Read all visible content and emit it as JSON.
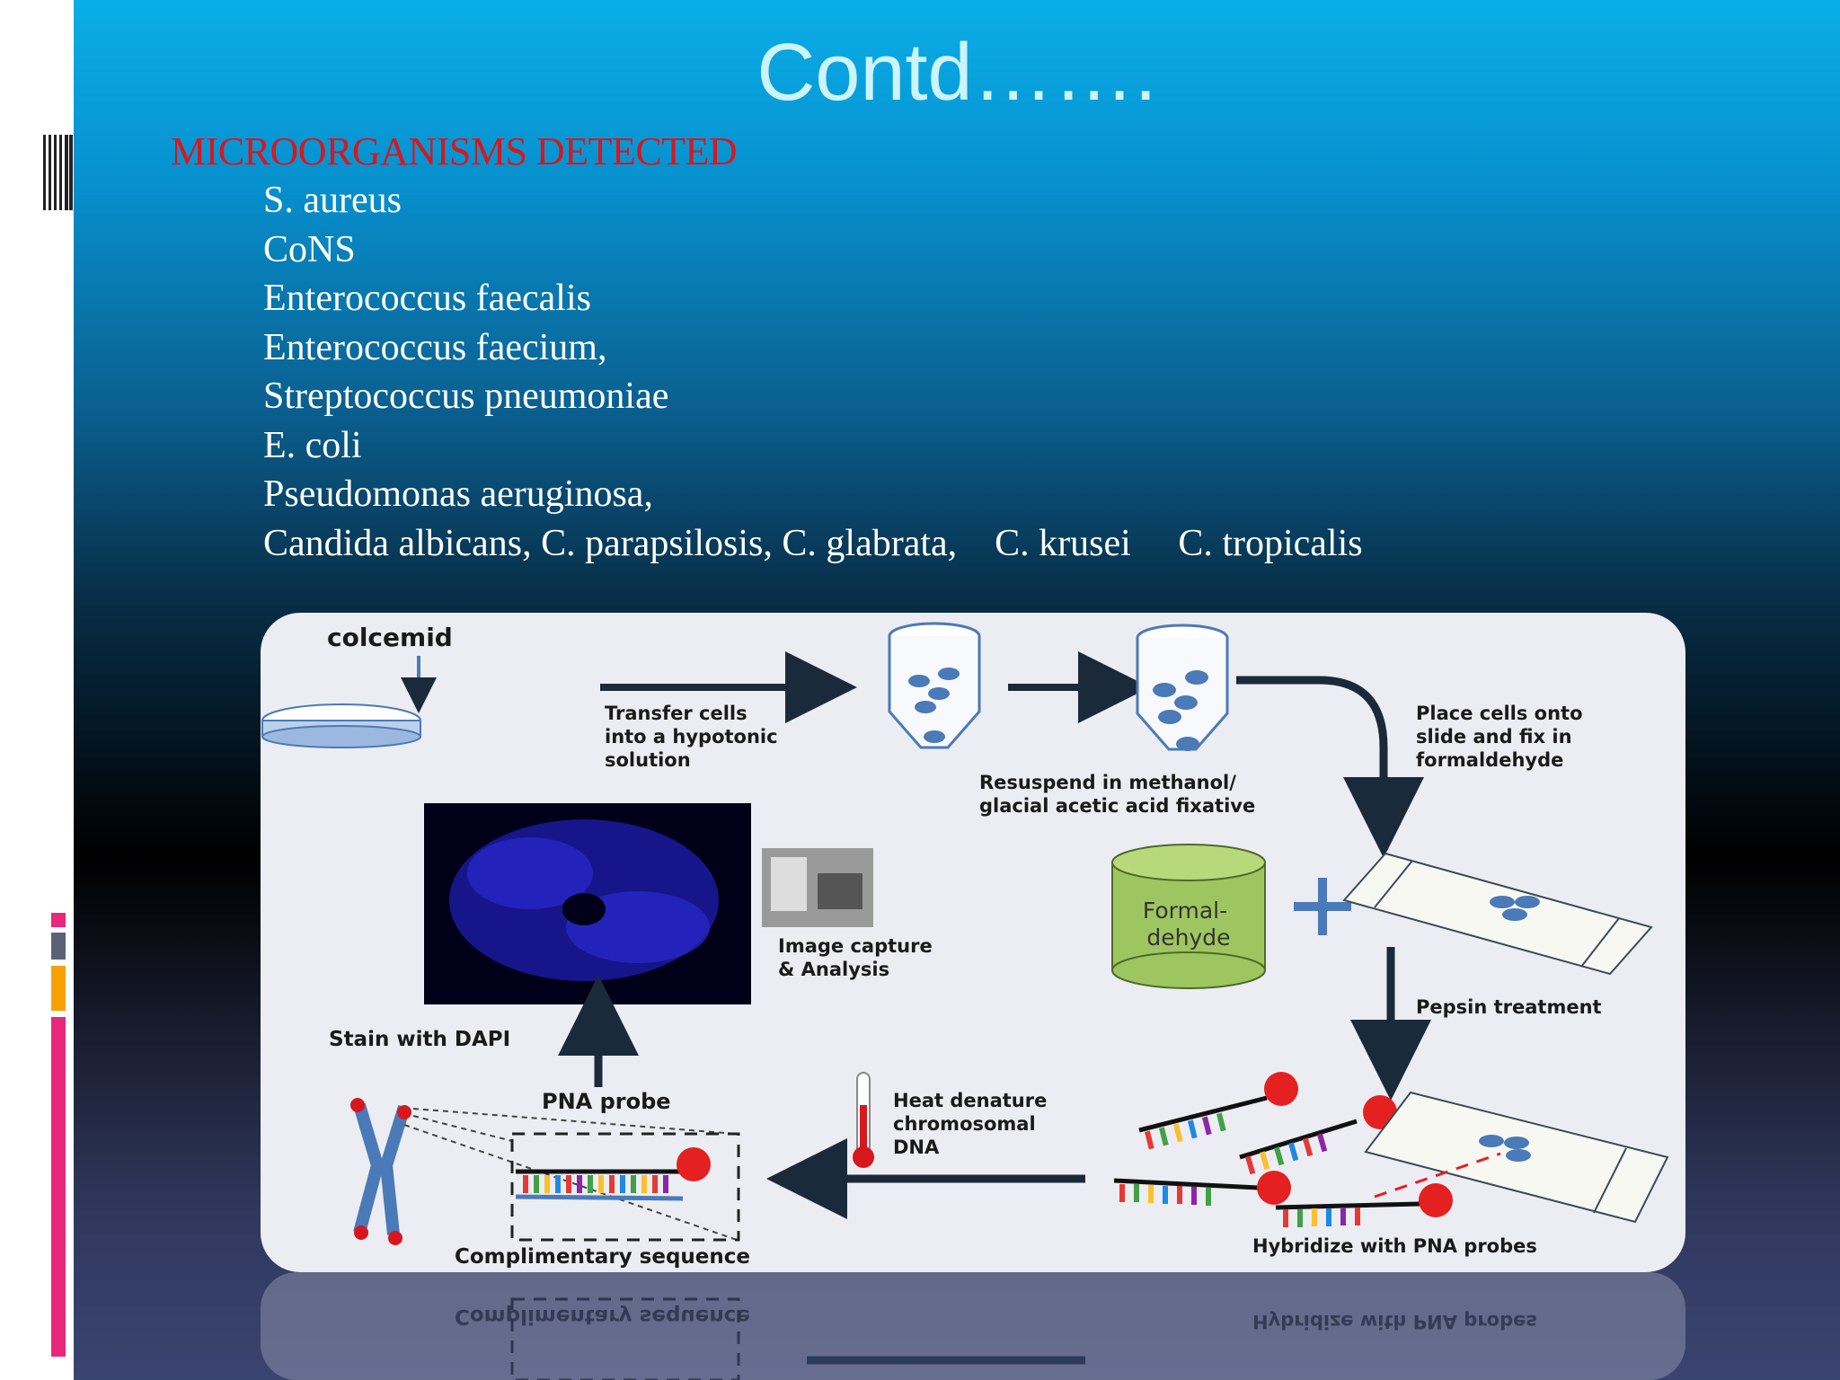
{
  "slide": {
    "title": "Contd…….",
    "heading": "MICROORGANISMS  DETECTED",
    "organisms": [
      "S. aureus",
      "CoNS",
      "Enterococcus faecalis",
      "Enterococcus faecium,",
      "Streptococcus pneumoniae",
      "E. coli",
      "Pseudomonas aeruginosa,",
      "Candida albicans, C. parapsilosis, C. glabrata,    C. krusei     C. tropicalis"
    ]
  },
  "figure": {
    "colcemid": "colcemid",
    "transfer": [
      "Transfer cells",
      "into a hypotonic",
      "solution"
    ],
    "resuspend": [
      "Resuspend in methanol/",
      "glacial acetic acid fixative"
    ],
    "place": [
      "Place cells onto",
      "slide and fix in",
      "formaldehyde"
    ],
    "formaldehyde": [
      "Formal-",
      "dehyde"
    ],
    "pepsin": "Pepsin treatment",
    "image_capture": [
      "Image capture",
      "& Analysis"
    ],
    "stain": "Stain with DAPI",
    "pna_probe": "PNA probe",
    "heat": [
      "Heat denature",
      "chromosomal",
      "DNA"
    ],
    "complimentary": "Complimentary sequence",
    "hybridize": "Hybridize with PNA probes"
  },
  "colors": {
    "heading": "#d8171d",
    "title": "#cdf3fb",
    "accent_pink": "#e8287a",
    "accent_orange": "#f5a100"
  }
}
